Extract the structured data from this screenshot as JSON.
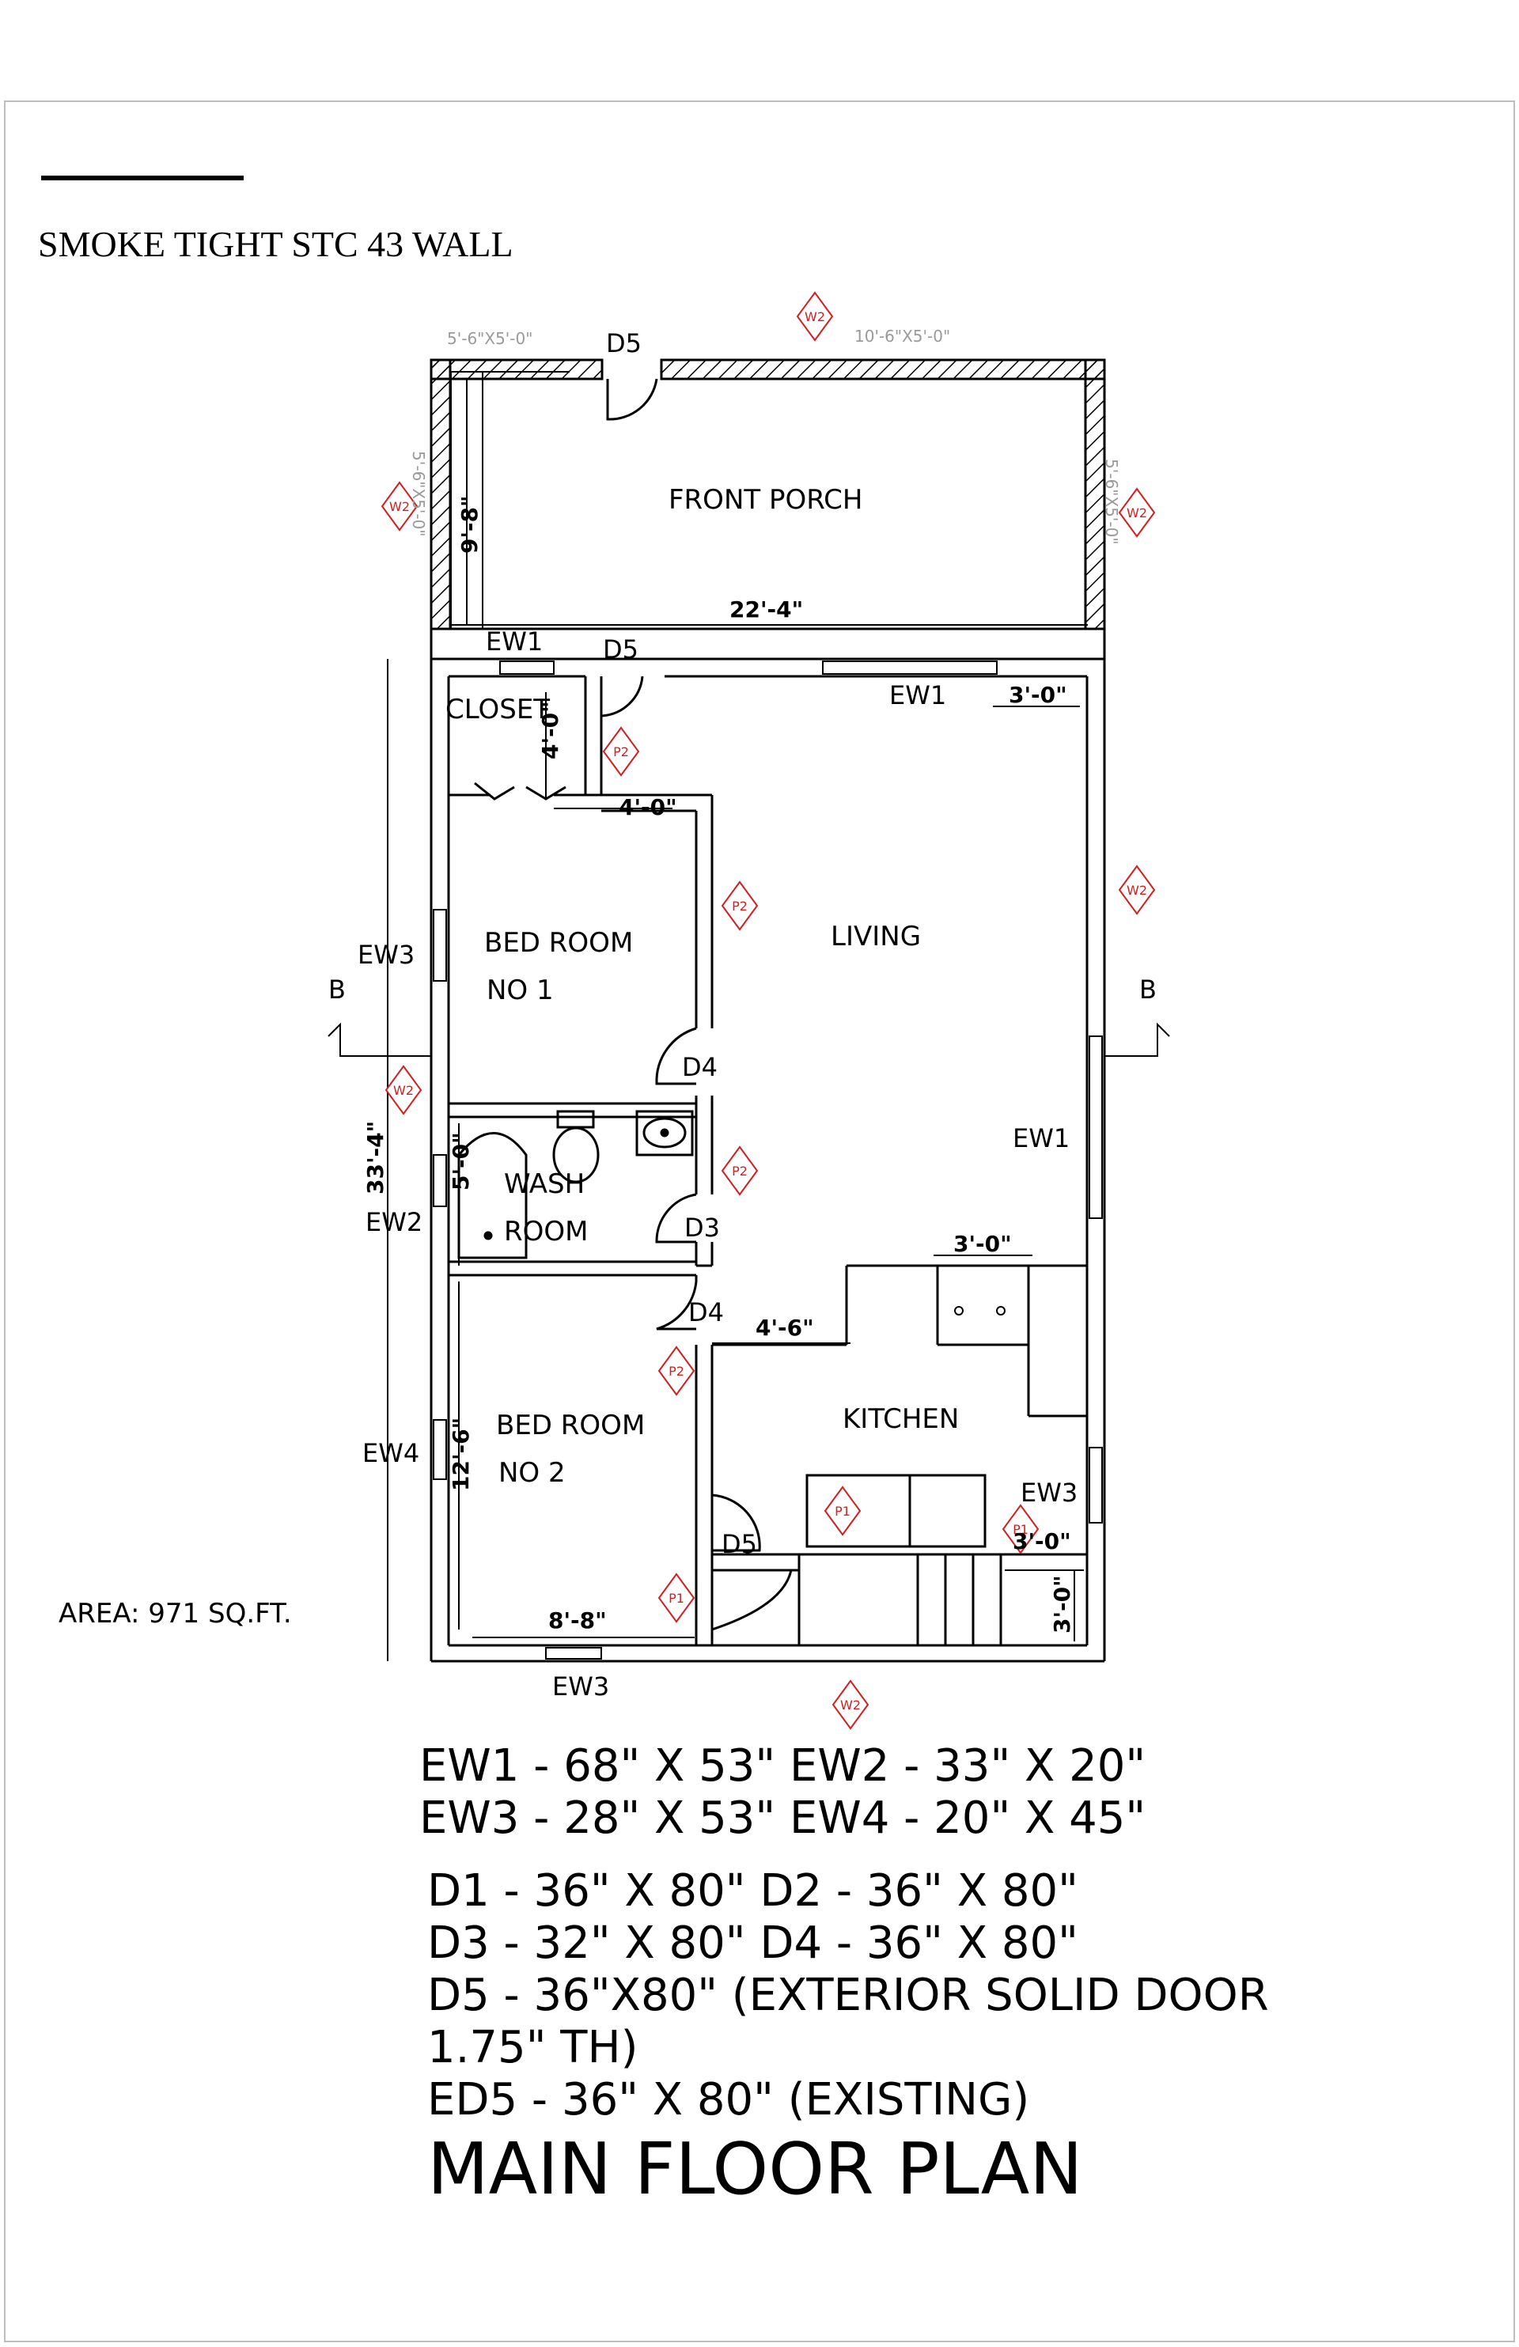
{
  "legend": {
    "wall_type": "SMOKE TIGHT STC 43 WALL"
  },
  "rooms": {
    "front_porch": "FRONT PORCH",
    "closet": "CLOSET",
    "living": "LIVING",
    "bedroom1_line1": "BED ROOM",
    "bedroom1_line2": "NO 1",
    "wash_line1": "WASH",
    "wash_line2": "ROOM",
    "bedroom2_line1": "BED ROOM",
    "bedroom2_line2": "NO 2",
    "kitchen": "KITCHEN"
  },
  "tags": {
    "d5": "D5",
    "d4": "D4",
    "d3": "D3",
    "ew1": "EW1",
    "ew2": "EW2",
    "ew3": "EW3",
    "ew4": "EW4",
    "w2": "W2",
    "p1": "P1",
    "p2": "P2",
    "section": "B"
  },
  "dimensions": {
    "porch_window_left": "5'-6\"X5'-0\"",
    "porch_window_top": "10'-6\"X5'-0\"",
    "porch_window_side": "5'-6\"X5'-0\"",
    "porch_depth": "9'-8\"",
    "porch_width": "22'-4\"",
    "closet_depth": "4'-0\"",
    "closet_width": "4'-0\"",
    "living_window_offset": "3'-0\"",
    "overall_depth": "33'-4\"",
    "wash_depth": "5'-0\"",
    "counter_width": "3'-0\"",
    "kitchen_offset": "4'-6\"",
    "bedroom2_depth": "12'-6\"",
    "bedroom2_width": "8'-8\"",
    "stair_width": "3'-0\"",
    "stair_depth": "3'-0\""
  },
  "area": "AREA: 971 SQ.FT.",
  "schedule": {
    "line1": "EW1 - 68\" X 53\"  EW2 - 33\" X 20\"",
    "line2": "EW3 - 28\" X 53\"  EW4 - 20\" X 45\"",
    "line3": "D1 - 36\" X 80\"     D2 - 36\" X 80\"",
    "line4": "D3 - 32\" X 80\"     D4 - 36\" X 80\"",
    "line5": "D5 - 36\"X80\" (EXTERIOR SOLID DOOR",
    "line6": "1.75\" TH)",
    "line7": "ED5 - 36\" X 80\" (EXISTING)"
  },
  "title": "MAIN FLOOR PLAN",
  "colors": {
    "ink": "#000000",
    "tag_red": "#d02020",
    "frame": "#bdbdbd",
    "faint": "#9a9a9a"
  }
}
